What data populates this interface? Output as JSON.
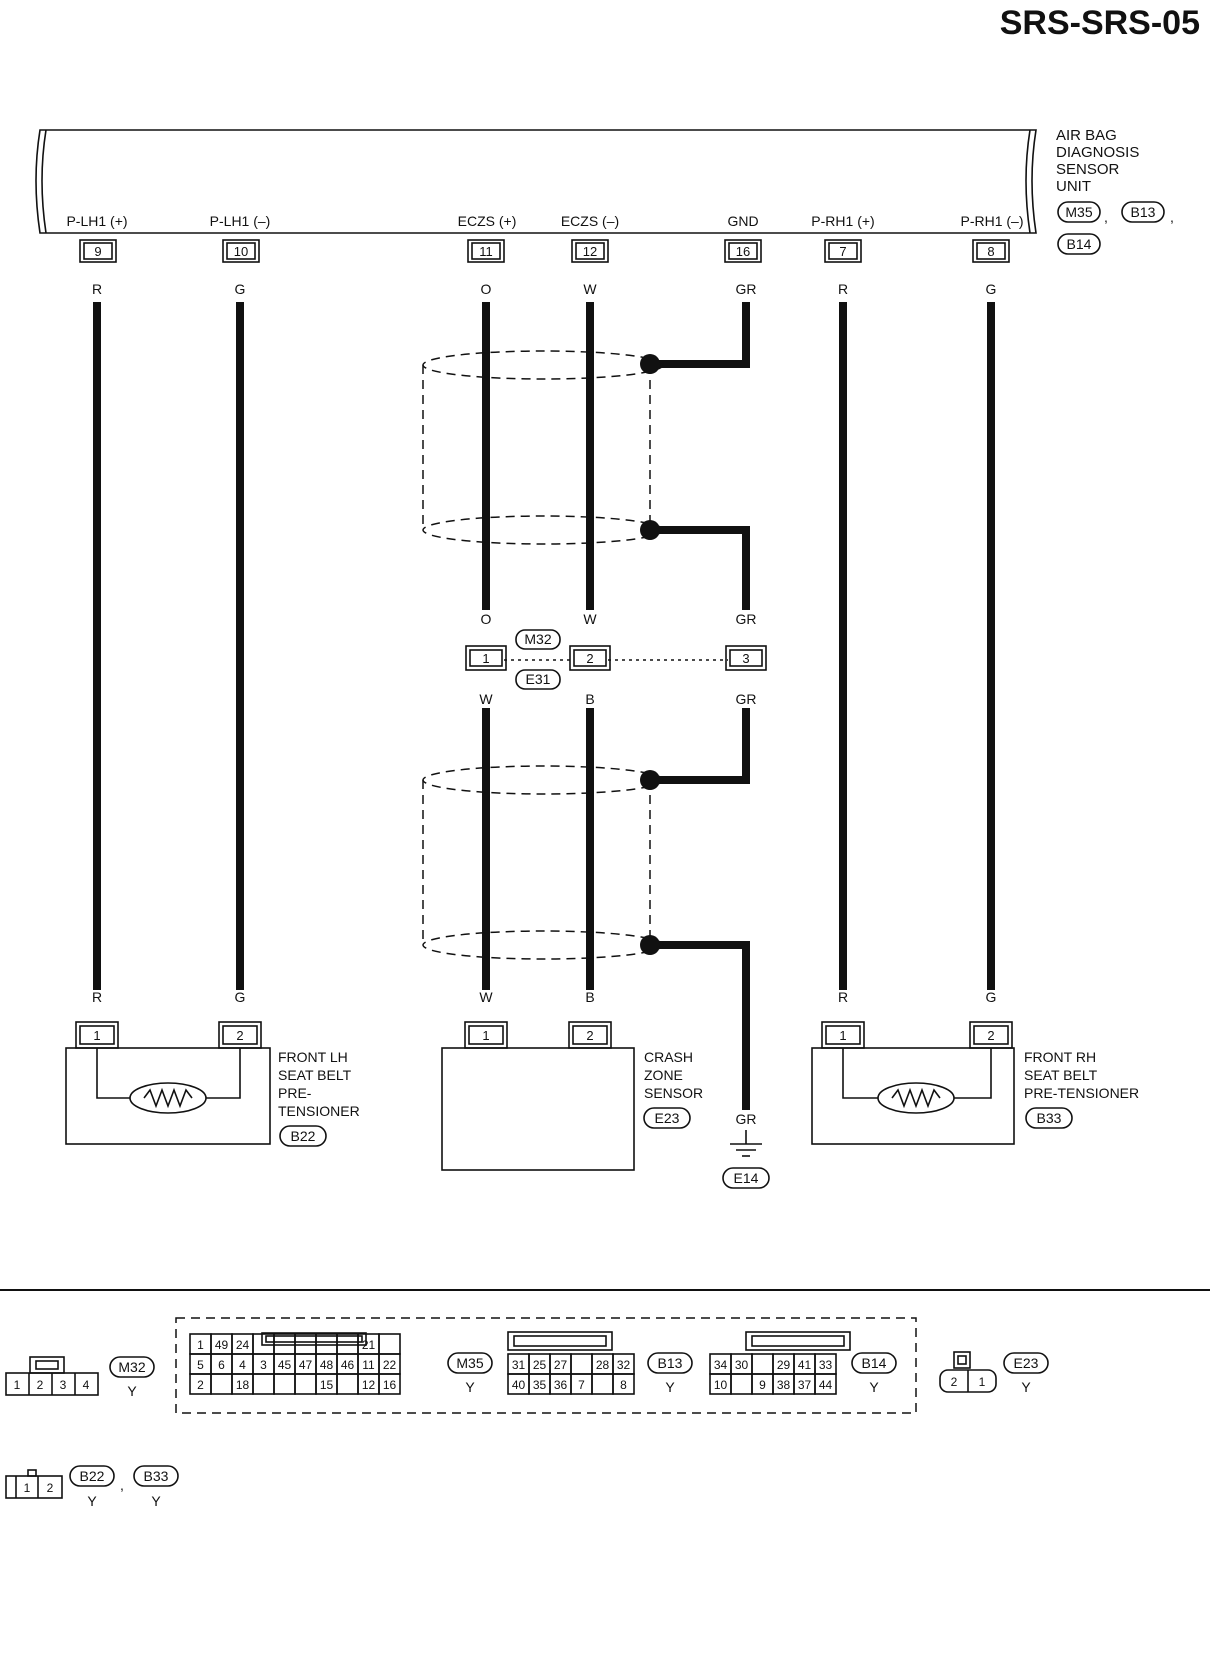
{
  "title": "SRS-SRS-05",
  "unit": {
    "name_lines": [
      "AIR BAG",
      "DIAGNOSIS",
      "SENSOR",
      "UNIT"
    ],
    "connectors": [
      "M35",
      "B13",
      "B14"
    ],
    "separator": ","
  },
  "terminals": [
    {
      "name": "P-LH1 (+)",
      "pin": "9",
      "color_top": "R",
      "color_bottom": "R"
    },
    {
      "name": "P-LH1 (–)",
      "pin": "10",
      "color_top": "G",
      "color_bottom": "G"
    },
    {
      "name": "ECZS (+)",
      "pin": "11",
      "color_top": "O"
    },
    {
      "name": "ECZS (–)",
      "pin": "12",
      "color_top": "W"
    },
    {
      "name": "GND",
      "pin": "16",
      "color_top": "GR"
    },
    {
      "name": "P-RH1 (+)",
      "pin": "7",
      "color_top": "R",
      "color_bottom": "R"
    },
    {
      "name": "P-RH1 (–)",
      "pin": "8",
      "color_top": "G",
      "color_bottom": "G"
    }
  ],
  "junction": {
    "connector_top": "M32",
    "connector_bottom": "E31",
    "pins": [
      "1",
      "2",
      "3"
    ],
    "colors_above": [
      "O",
      "W",
      "GR"
    ],
    "colors_below": [
      "W",
      "B",
      "GR"
    ],
    "colors_at_sensor": [
      "W",
      "B"
    ]
  },
  "components": {
    "lh_pretensioner": {
      "lines": [
        "FRONT LH",
        "SEAT BELT",
        "PRE-",
        "TENSIONER"
      ],
      "connector": "B22",
      "pins": [
        "1",
        "2"
      ]
    },
    "crash_zone_sensor": {
      "lines": [
        "CRASH",
        "ZONE",
        "SENSOR"
      ],
      "connector": "E23",
      "pins": [
        "1",
        "2"
      ]
    },
    "rh_pretensioner": {
      "lines": [
        "FRONT RH",
        "SEAT BELT",
        "PRE-TENSIONER"
      ],
      "connector": "B33",
      "pins": [
        "1",
        "2"
      ]
    },
    "ground": {
      "wire_color": "GR",
      "connector": "E14"
    }
  },
  "connector_views": {
    "m32": {
      "id": "M32",
      "color": "Y",
      "pins": [
        "1",
        "2",
        "3",
        "4"
      ]
    },
    "m35": {
      "id": "M35",
      "color": "Y",
      "rows": [
        [
          "1",
          "49",
          "24",
          "",
          "",
          "",
          "",
          "",
          "21",
          ""
        ],
        [
          "5",
          "6",
          "4",
          "3",
          "45",
          "47",
          "48",
          "46",
          "11",
          "22"
        ],
        [
          "2",
          "",
          "18",
          "",
          "",
          "",
          "15",
          "",
          "12",
          "16"
        ]
      ]
    },
    "b13": {
      "id": "B13",
      "color": "Y",
      "rows": [
        [
          "31",
          "25",
          "27",
          "",
          "28",
          "32"
        ],
        [
          "40",
          "35",
          "36",
          "7",
          "",
          "8"
        ]
      ]
    },
    "b14": {
      "id": "B14",
      "color": "Y",
      "rows": [
        [
          "34",
          "30",
          "",
          "29",
          "41",
          "33"
        ],
        [
          "10",
          "",
          "9",
          "38",
          "37",
          "44"
        ]
      ]
    },
    "e23": {
      "id": "E23",
      "color": "Y",
      "pins": [
        "2",
        "1"
      ]
    },
    "b22_b33": {
      "ids": [
        "B22",
        "B33"
      ],
      "color": "Y",
      "pins": [
        "1",
        "2"
      ],
      "separator": ","
    }
  }
}
